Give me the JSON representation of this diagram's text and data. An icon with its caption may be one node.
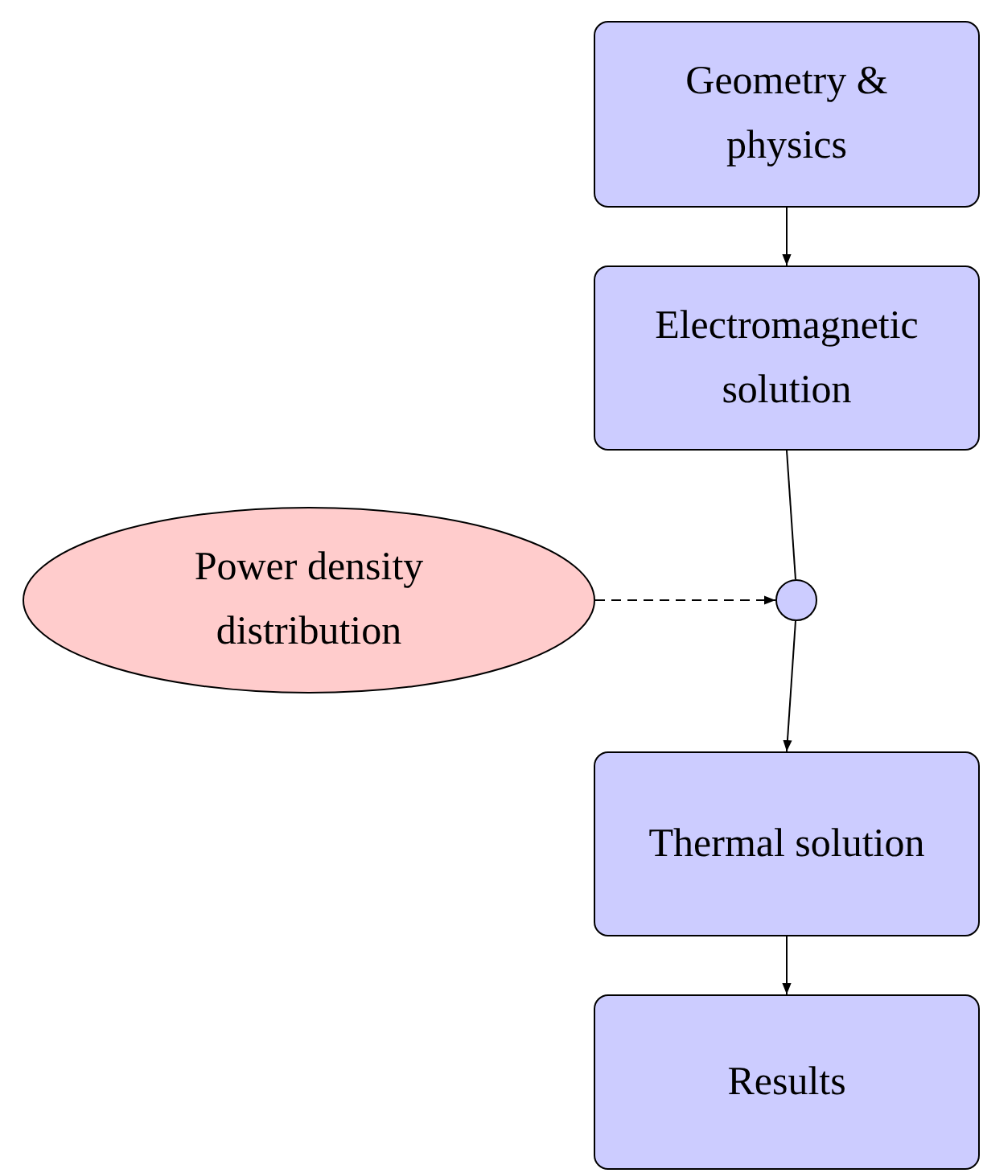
{
  "diagram": {
    "nodes": [
      {
        "text": [
          "Geometry & physics"
        ]
      },
      {
        "text": [
          "Electromagnetic solution"
        ]
      },
      {
        "text": [
          "Power density distribution"
        ]
      },
      {
        "text": [],
        "shape": "circle"
      },
      {
        "text": [
          "Thermal solution"
        ]
      },
      {
        "text": [
          "Results"
        ]
      }
    ],
    "edges": [
      {
        "from": 0,
        "to": 1,
        "arrow": "to"
      },
      {
        "from": 1,
        "to": 3,
        "arrow": "none"
      },
      {
        "from": 2,
        "to": 3,
        "arrow": "to",
        "style": "dashed"
      },
      {
        "from": 3,
        "to": 4,
        "arrow": "to"
      },
      {
        "from": 4,
        "to": 5,
        "arrow": "to"
      }
    ]
  }
}
